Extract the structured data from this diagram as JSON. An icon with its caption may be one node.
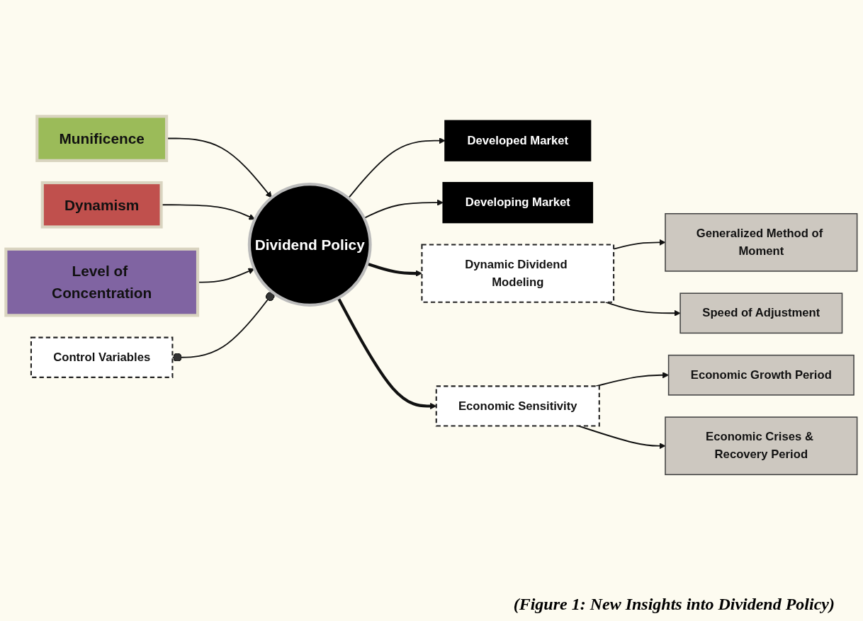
{
  "diagram": {
    "caption": "(Figure 1: New Insights into Dividend Policy)",
    "nodes": [
      {
        "text": [
          "Munificence"
        ]
      },
      {
        "text": [
          "Dynamism"
        ]
      },
      {
        "text": [
          "Level of Concentration"
        ]
      },
      {
        "text": [
          "Control Variables"
        ]
      },
      {
        "text": [
          "Dividend Policy"
        ]
      },
      {
        "text": [
          "Developed Market"
        ]
      },
      {
        "text": [
          "Developing Market"
        ]
      },
      {
        "text": [
          "Dynamic Dividend Modeling"
        ]
      },
      {
        "text": [
          "Economic Sensitivity"
        ]
      },
      {
        "text": [
          "Generalized Method of Moment"
        ]
      },
      {
        "text": [
          "Speed of Adjustment"
        ]
      },
      {
        "text": [
          "Economic Growth Period"
        ]
      },
      {
        "text": [
          "Economic Crises & Recovery Period"
        ]
      }
    ],
    "edges": [
      {
        "from": 0,
        "to": 4,
        "arrow": "to"
      },
      {
        "from": 1,
        "to": 4,
        "arrow": "to"
      },
      {
        "from": 2,
        "to": 4,
        "arrow": "to"
      },
      {
        "from": 3,
        "to": 4,
        "arrow": "other"
      },
      {
        "from": 4,
        "to": 5,
        "arrow": "to"
      },
      {
        "from": 4,
        "to": 6,
        "arrow": "to"
      },
      {
        "from": 4,
        "to": 7,
        "arrow": "to",
        "style": "thick"
      },
      {
        "from": 4,
        "to": 8,
        "arrow": "to",
        "style": "thick"
      },
      {
        "from": 7,
        "to": 9,
        "arrow": "to"
      },
      {
        "from": 7,
        "to": 10,
        "arrow": "to"
      },
      {
        "from": 8,
        "to": 11,
        "arrow": "to"
      },
      {
        "from": 8,
        "to": 12,
        "arrow": "to"
      }
    ]
  }
}
